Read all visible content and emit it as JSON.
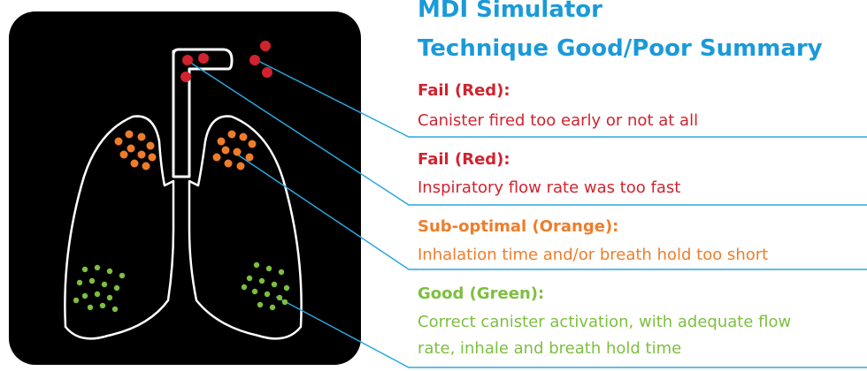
{
  "header": {
    "title_line1": "MDI Simulator",
    "title_line2": "Technique Good/Poor Summary"
  },
  "colors": {
    "title": "#1a9ad9",
    "fail_red": "#d1232f",
    "sub_optimal_orange": "#ee7d2b",
    "good_green": "#7dbf3f",
    "leader_line": "#2aa8df",
    "panel_bg": "#000000",
    "outline": "#ffffff"
  },
  "legend": [
    {
      "label": "Fail (Red):",
      "description": [
        "Canister fired too early or not at all"
      ],
      "color": "#d1232f"
    },
    {
      "label": "Fail (Red):",
      "description": [
        "Inspiratory flow rate was too fast"
      ],
      "color": "#d1232f"
    },
    {
      "label": "Sub-optimal (Orange):",
      "description": [
        "Inhalation time and/or breath hold too short"
      ],
      "color": "#ee7d2b"
    },
    {
      "label": "Good (Green):",
      "description": [
        "Correct canister activation, with adequate flow",
        "rate, inhale and breath hold time"
      ],
      "color": "#7dbf3f"
    }
  ]
}
